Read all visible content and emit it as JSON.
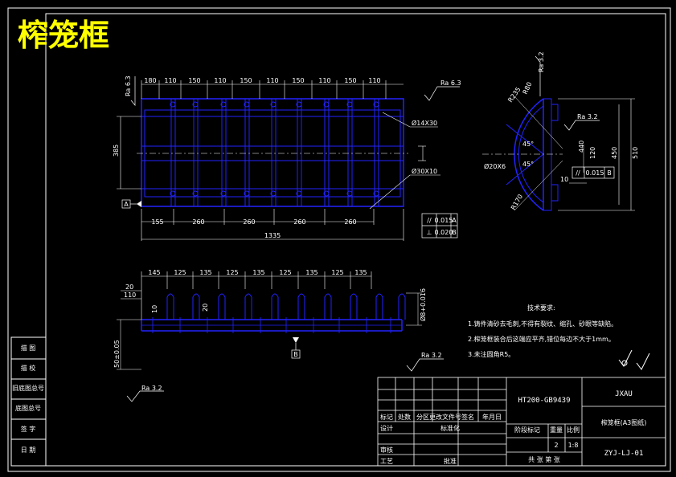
{
  "title": "榨笼框",
  "colors": {
    "background": "#000000",
    "frame": "#ffffff",
    "part": "#1a1aff",
    "dimension": "#ffffff",
    "title_text": "#ffff00"
  },
  "top_view": {
    "top_dims": [
      "180",
      "110",
      "150",
      "110",
      "150",
      "110",
      "150",
      "110",
      "150",
      "110"
    ],
    "bottom_dims": [
      "155",
      "260",
      "260",
      "260",
      "260"
    ],
    "overall_length": "1335",
    "height_dim": "385",
    "roughness": "Ra 6.3",
    "roughness_left": "Ra 6.3",
    "hole_small": "Ø14X30",
    "hole_large": "Ø30X10",
    "datum_a": "A"
  },
  "tolerance_table": {
    "rows": [
      {
        "symbol": "//",
        "value": "0.015",
        "datum": "A"
      },
      {
        "symbol": "⊥",
        "value": "0.020",
        "datum": "B"
      }
    ]
  },
  "side_view": {
    "roughness_top": "Ra 3.2",
    "roughness_mid": "Ra 3.2",
    "radius_top": "R235",
    "radius_small": "R80",
    "angle_1": "45°",
    "angle_2": "45°",
    "hole": "Ø20X6",
    "radius_bottom": "R170",
    "dim_vertical_1": "450",
    "dim_vertical_2": "510",
    "dim_small_1": "440",
    "dim_small_2": "120",
    "dim_small_3": "10",
    "flatness": {
      "symbol": "//",
      "value": "0.015",
      "datum": "B"
    }
  },
  "bottom_view": {
    "dims": [
      "145",
      "125",
      "135",
      "125",
      "135",
      "125",
      "135",
      "125",
      "135"
    ],
    "dim_left_top": "20",
    "dim_left_2": "110",
    "dim_a": "10",
    "dim_b": "20",
    "dim_right": "Ø8+0.016",
    "dim_left_vertical": "50±0.05",
    "datum_b": "B",
    "roughness": "Ra 3.2"
  },
  "roughness_general": "Ra 3.2",
  "requirements": {
    "heading": "技术要求:",
    "items": [
      "1.铸件清砂去毛刺,不得有裂纹、缩孔、砂眼等缺陷。",
      "2.榨笼框装合后这端应平齐,错位每边不大于1mm。",
      "3.未注圆角R5。"
    ]
  },
  "left_column": [
    "描 图",
    "描 校",
    "旧底图总号",
    "底图总号",
    "签 字",
    "日 期"
  ],
  "title_block": {
    "material": "HT200-GB9439",
    "company": "JXAU",
    "drawing_name": "榨笼框(A3图纸)",
    "drawing_no": "ZYJ-LJ-01",
    "header_cells": [
      "标记",
      "处数",
      "分区",
      "更改文件号",
      "签名",
      "年月日"
    ],
    "design": "设计",
    "standard": "标准化",
    "review": "审核",
    "process": "工艺",
    "approve": "批准",
    "stage_label": "阶段标记",
    "weight_label": "重量",
    "scale_label": "比例",
    "weight": "2",
    "scale": "1:8",
    "sheets": "共 张 第 张"
  }
}
